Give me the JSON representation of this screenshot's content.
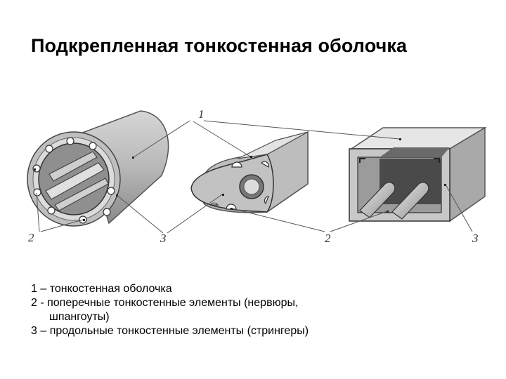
{
  "title": "Подкрепленная тонкостенная оболочка",
  "figure": {
    "callouts": [
      "1",
      "2",
      "3",
      "2",
      "3"
    ]
  },
  "legend": {
    "line1": "1 – тонкостенная оболочка",
    "line2": "2 - поперечные тонкостенные элементы (нервюры,",
    "line3": "шпангоуты)",
    "line4": "3 – продольные тонкостенные элементы (стрингеры)"
  },
  "colors": {
    "shell_light": "#d9d9d9",
    "shell_mid": "#a9a9a9",
    "shell_dark": "#555555",
    "interior": "#4a4a4a",
    "leader": "#555555"
  }
}
